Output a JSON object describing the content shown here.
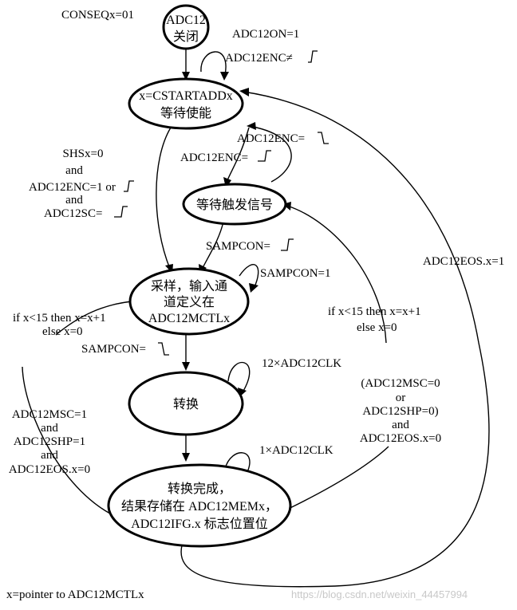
{
  "nodes": {
    "adc_off": {
      "lines": [
        "ADC12",
        "关闭"
      ]
    },
    "wait_enable": {
      "lines": [
        "x=CSTARTADDx",
        "等待使能"
      ]
    },
    "wait_trigger": {
      "lines": [
        "等待触发信号"
      ]
    },
    "sample": {
      "lines": [
        "采样，输入通",
        "道定义在",
        "ADC12MCTLx"
      ]
    },
    "convert": {
      "lines": [
        "转换"
      ]
    },
    "done": {
      "lines": [
        "转换完成，",
        "结果存储在 ADC12MEMx，",
        "ADC12IFG.x 标志位置位"
      ]
    }
  },
  "labels": {
    "conseq": "CONSEQx=01",
    "adc12on": "ADC12ON=1",
    "enc_not": "ADC12ENC≠",
    "enc_fall": "ADC12ENC=",
    "enc_rise": "ADC12ENC=",
    "shs_1": "SHSx=0",
    "shs_2": "and",
    "shs_3": "ADC12ENC=1 or",
    "shs_4": "and",
    "shs_5": "ADC12SC=",
    "sampcon_rise": "SAMPCON=",
    "sampcon_1": "SAMPCON=1",
    "sampcon_fall": "SAMPCON=",
    "left_if_1": "if x<15 then x=x+1",
    "left_if_2": "else x=0",
    "clk12": "12×ADC12CLK",
    "clk1": "1×ADC12CLK",
    "right_if_1": "if x<15 then x=x+1",
    "right_if_2": "else x=0",
    "msc0_1": "(ADC12MSC=0",
    "msc0_2": "or",
    "msc0_3": "ADC12SHP=0)",
    "msc0_4": "and",
    "msc0_5": "ADC12EOS.x=0",
    "eos1": "ADC12EOS.x=1",
    "msc1_1": "ADC12MSC=1",
    "msc1_2": "and",
    "msc1_3": "ADC12SHP=1",
    "msc1_4": "and",
    "msc1_5": "ADC12EOS.x=0",
    "pointer_note": "x=pointer to ADC12MCTLx",
    "watermark": "https://blog.csdn.net/weixin_44457994"
  }
}
